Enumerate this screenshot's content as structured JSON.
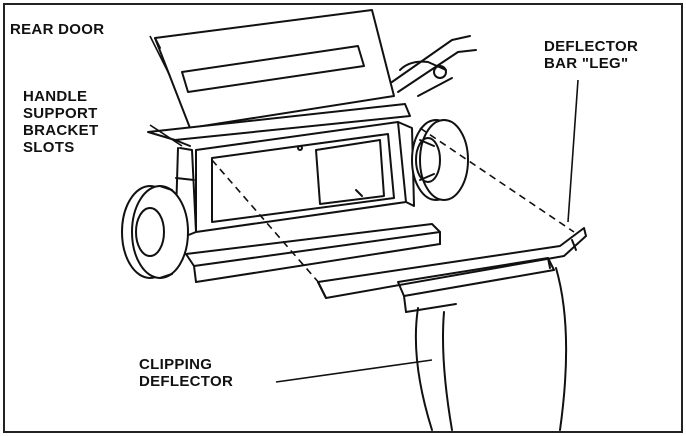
{
  "labels": {
    "rear_door": "REAR DOOR",
    "handle_support_bracket_slots": [
      "HANDLE",
      "SUPPORT",
      "BRACKET",
      "SLOTS"
    ],
    "deflector_bar_leg": [
      "DEFLECTOR",
      "BAR \"LEG\""
    ],
    "clipping_deflector": [
      "CLIPPING",
      "DEFLECTOR"
    ]
  },
  "colors": {
    "ink": "#111111",
    "background": "#ffffff",
    "frame": "#222222"
  }
}
